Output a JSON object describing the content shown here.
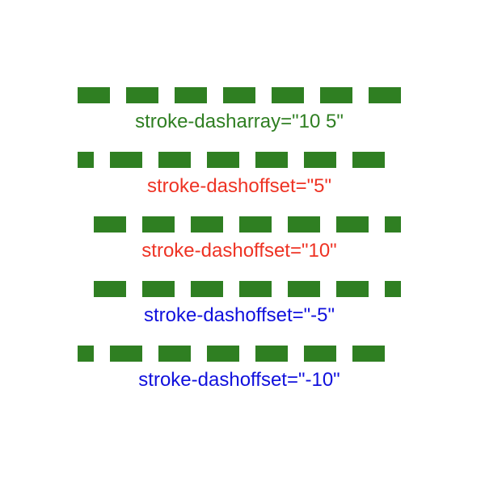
{
  "demo": {
    "dash_color": "#2f7f22",
    "rows": [
      {
        "label": "stroke-dasharray=\"10 5\"",
        "label_color": "#2f7f22",
        "dasharray": "10 5",
        "dashoffset": "0"
      },
      {
        "label": "stroke-dashoffset=\"5\"",
        "label_color": "#ee3324",
        "dasharray": "10 5",
        "dashoffset": "5"
      },
      {
        "label": "stroke-dashoffset=\"10\"",
        "label_color": "#ee3324",
        "dasharray": "10 5",
        "dashoffset": "10"
      },
      {
        "label": "stroke-dashoffset=\"-5\"",
        "label_color": "#1010dd",
        "dasharray": "10 5",
        "dashoffset": "-5"
      },
      {
        "label": "stroke-dashoffset=\"-10\"",
        "label_color": "#1010dd",
        "dasharray": "10 5",
        "dashoffset": "-10"
      }
    ]
  }
}
